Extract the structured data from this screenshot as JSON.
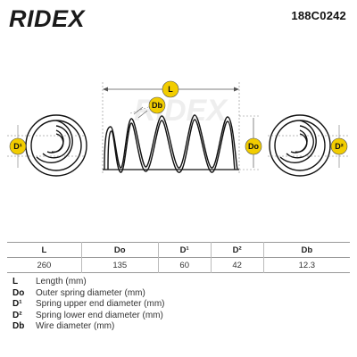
{
  "header": {
    "brand": "RIDEX",
    "part_number": "188C0242"
  },
  "diagram": {
    "labels": {
      "length": "L",
      "wire": "Db",
      "outer": "Do",
      "upper": "D¹",
      "lower": "D²"
    },
    "watermark": "RIDEX"
  },
  "specs": {
    "headers": [
      "L",
      "Do",
      "D¹",
      "D²",
      "Db"
    ],
    "values": [
      "260",
      "135",
      "60",
      "42",
      "12.3"
    ]
  },
  "legend": [
    {
      "key": "L",
      "text": "Length (mm)"
    },
    {
      "key": "Do",
      "text": "Outer spring diameter (mm)"
    },
    {
      "key": "D¹",
      "text": "Spring upper end diameter (mm)"
    },
    {
      "key": "D²",
      "text": "Spring lower end diameter (mm)"
    },
    {
      "key": "Db",
      "text": "Wire diameter (mm)"
    }
  ]
}
